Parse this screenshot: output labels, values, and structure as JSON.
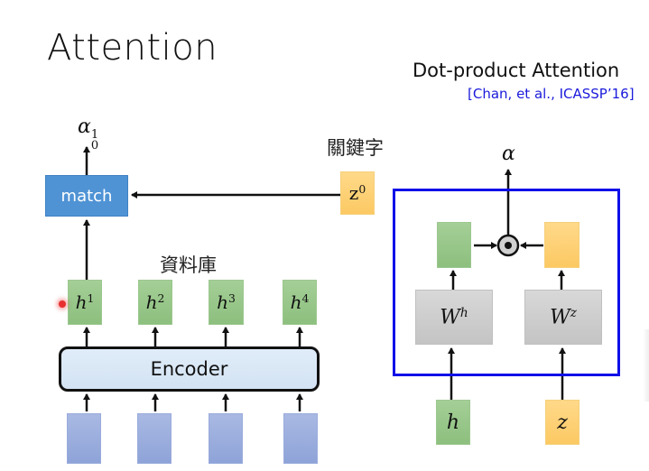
{
  "slide": {
    "title": "Attention",
    "subtitle": "Dot-product Attention",
    "citation": "[Chan, et al., ICASSP’16]"
  },
  "left_diagram": {
    "output_label": {
      "base": "α",
      "sup": "1",
      "sub": "0"
    },
    "match_label": "match",
    "keyword_label": "關鍵字",
    "query_label": {
      "base": "z",
      "sup": "0"
    },
    "database_label": "資料庫",
    "hidden_states": [
      {
        "base": "h",
        "sup": "1"
      },
      {
        "base": "h",
        "sup": "2"
      },
      {
        "base": "h",
        "sup": "3"
      },
      {
        "base": "h",
        "sup": "4"
      }
    ],
    "encoder_label": "Encoder",
    "input_count": 4
  },
  "right_diagram": {
    "output_label": "α",
    "op_symbol": "dot-product",
    "weight_h": {
      "base": "W",
      "sup": "h"
    },
    "weight_z": {
      "base": "W",
      "sup": "z"
    },
    "input_h": "h",
    "input_z": "z"
  },
  "colors": {
    "match": "#4f93d5",
    "hidden": "#9cc78f",
    "query": "#fcd27a",
    "weight": "#cccccc",
    "input": "#9aacdc",
    "frame": "#1010e8",
    "citation": "#1a1adc"
  }
}
